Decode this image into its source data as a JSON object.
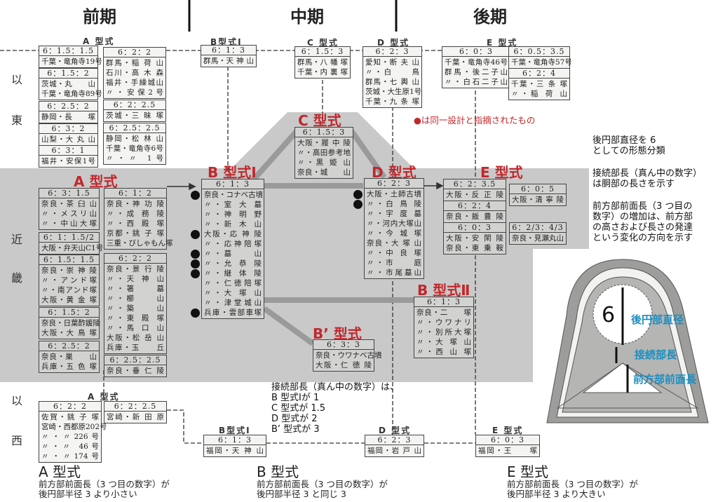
{
  "periods": [
    "前期",
    "中期",
    "後期"
  ],
  "regions": {
    "east": [
      "以",
      "東"
    ],
    "kinki": [
      "近",
      "畿"
    ],
    "west": [
      "以",
      "西"
    ]
  },
  "group_labels": {
    "east_a": "A 型式",
    "east_b1": "B型式Ⅰ",
    "east_c": "C 型式",
    "east_d": "D 型式",
    "east_e": "E 型式",
    "west_a": "A 型式",
    "west_b1": "B型式Ⅰ",
    "west_d": "D 型式",
    "west_e": "E 型式"
  },
  "kinki_labels": {
    "a": "A 型式",
    "b1": "B 型式Ⅰ",
    "c": "C 型式",
    "d": "D 型式",
    "e": "E 型式",
    "b2": "B 型式Ⅱ",
    "bp": "B’ 型式"
  },
  "legend_note": "●は同一設計と指摘されたもの",
  "colors": {
    "accent_red": "#c0282d",
    "label_blue": "#1a8fc2",
    "shade": "#c9c9c9"
  },
  "boxes": [
    {
      "id": "east-a1",
      "ratio": "6：1.5：1.5",
      "entries": [
        "千葉・竜角寺19号"
      ]
    },
    {
      "id": "east-a2",
      "ratio": "6：1.5：2",
      "entries": [
        "茨城・丸　　山",
        "千葉・竜角寺89号"
      ]
    },
    {
      "id": "east-a3",
      "ratio": "6：2.5：2",
      "entries": [
        "静岡・長　　塚"
      ]
    },
    {
      "id": "east-a4",
      "ratio": "6：3：2",
      "entries": [
        "山梨・大 丸 山"
      ]
    },
    {
      "id": "east-a5",
      "ratio": "6：3：1",
      "entries": [
        "福井・安保1号"
      ]
    },
    {
      "id": "east-a6",
      "ratio": "6：2：2",
      "entries": [
        "群馬・稲 荷 山",
        "石川・高 木 森",
        "福井・手繰城山",
        "〃・安保2号"
      ]
    },
    {
      "id": "east-a7",
      "ratio": "6：2：2.5",
      "entries": [
        "茨城・三 昧 塚"
      ]
    },
    {
      "id": "east-a8",
      "ratio": "6：2.5：2.5",
      "entries": [
        "静岡・松 林 山",
        "千葉・竜角寺6号",
        "〃・〃 1号"
      ]
    },
    {
      "id": "east-b1",
      "ratio": "6：1：3",
      "entries": [
        "群馬・天 神 山"
      ]
    },
    {
      "id": "east-c",
      "ratio": "6：1.5：3",
      "entries": [
        "群馬・八 幡 塚",
        "千葉・内 裏 塚"
      ]
    },
    {
      "id": "east-d",
      "ratio": "6：2：3",
      "entries": [
        "愛知・断 夫 山",
        "〃・白　　鳥",
        "群馬・七 輿 山",
        "茨城・大生原1号",
        "千葉・九 条 塚"
      ]
    },
    {
      "id": "east-e1",
      "ratio": "6：0：3",
      "entries": [
        "千葉・竜角寺46号",
        "群馬・後二子山",
        "〃・白石二子山"
      ]
    },
    {
      "id": "east-e2",
      "ratio": "6：0.5：3.5",
      "entries": [
        "千葉・竜角寺57号"
      ]
    },
    {
      "id": "east-e3",
      "ratio": "6：2：4",
      "entries": [
        "千葉・三 条 塚",
        "〃・稲 荷 山"
      ]
    },
    {
      "id": "kinki-a1",
      "ratio": "6：3：1.5",
      "entries": [
        "奈良・茶 臼 山",
        "〃・メスリ山",
        "〃・中山大塚"
      ]
    },
    {
      "id": "kinki-a2",
      "ratio": "6：1：1.5/2",
      "entries": [
        "大阪・弁天山C1号"
      ]
    },
    {
      "id": "kinki-a3",
      "ratio": "6：1.5：1.5",
      "entries": [
        "奈良・崇 神 陵",
        "〃・アンド塚",
        "〃・南アンド塚",
        "大阪・黄 金 塚"
      ]
    },
    {
      "id": "kinki-a4",
      "ratio": "6：1.5：2",
      "entries": [
        "奈良・日葉酢媛陵",
        "大阪・大 鳥 塚"
      ]
    },
    {
      "id": "kinki-a5",
      "ratio": "6：2.5：2",
      "entries": [
        "奈良・巣　　山",
        "兵庫・五 色 塚"
      ]
    },
    {
      "id": "kinki-a6",
      "ratio": "6：1：2",
      "entries": [
        "奈良・神 功 陵",
        "〃・成 務 陵",
        "〃・西 殿 塚",
        "京都・銚 子 塚",
        "三重・びしゃもん塚"
      ]
    },
    {
      "id": "kinki-a7",
      "ratio": "6：2：2",
      "entries": [
        "奈良・景 行 陵",
        "〃・天 神 山",
        "〃・箸　　墓",
        "〃・櫛　　山",
        "〃・築　　山",
        "〃・東 殿 塚",
        "〃・馬 口 山",
        "大阪・松 岳 山",
        "兵庫・玉　　丘"
      ]
    },
    {
      "id": "kinki-a8",
      "ratio": "6：2.5：2.5",
      "entries": [
        "奈良・垂 仁 陵"
      ]
    },
    {
      "id": "kinki-b1",
      "ratio": "6：1：3",
      "entries": [
        "奈良・コナベ古墳",
        "〃・室 大 墓",
        "〃・神 明 野",
        "〃・新 木 山",
        "大阪・応 神 陵",
        "〃・応神陪塚",
        "〃・墓　　山",
        "〃・允 恭 陵",
        "〃・継 体 陵",
        "〃・仁徳陪塚",
        "〃・大 塚 山",
        "〃・津堂城山",
        "兵庫・雲部車塚"
      ],
      "marked": [
        0,
        4,
        6,
        7,
        8,
        12
      ]
    },
    {
      "id": "kinki-c",
      "ratio": "6：1.5：3",
      "entries": [
        "大阪・履 中 陵",
        "〃・高田参考地",
        "〃・黒 姫 山",
        "奈良・城　　山"
      ]
    },
    {
      "id": "kinki-d",
      "ratio": "6：2：3",
      "entries": [
        "大阪・土師古墳",
        "〃・白 鳥 陵",
        "〃・宇 度 墓",
        "〃・河内大塚山",
        "〃・今 城 塚",
        "奈良・大 塚 山",
        "〃・中 良 塚",
        "〃・市　　庭",
        "〃・市尾墓山"
      ],
      "marked": [
        0,
        1
      ]
    },
    {
      "id": "kinki-e1",
      "ratio": "6：2：3.5",
      "entries": [
        "大阪・反 正 陵"
      ]
    },
    {
      "id": "kinki-e2",
      "ratio": "6：2：4",
      "entries": [
        "奈良・飯 豊 陵"
      ]
    },
    {
      "id": "kinki-e3",
      "ratio": "6：0：3",
      "entries": [
        "大阪・安 閑 陵",
        "奈良・東 乗 鞍"
      ]
    },
    {
      "id": "kinki-e4",
      "ratio": "6：0：5",
      "entries": [
        "大阪・清 寧 陵"
      ]
    },
    {
      "id": "kinki-e5",
      "ratio": "6：2/3：4/3",
      "entries": [
        "奈良・見瀬丸山"
      ]
    },
    {
      "id": "kinki-b2",
      "ratio": "6：1：3",
      "entries": [
        "奈良・二　　塚",
        "〃・ウワナリ",
        "〃・別所大塚",
        "〃・大 塚 山",
        "〃・西 山 塚"
      ]
    },
    {
      "id": "kinki-bp",
      "ratio": "6：3：3",
      "entries": [
        "奈良・ウワナベ古墳",
        "大阪・仁 徳 陵"
      ]
    },
    {
      "id": "west-a1",
      "ratio": "6：2：2",
      "entries": [
        "佐賀・銚 子 塚",
        "宮崎・西都原202号",
        "〃・〃226号",
        "〃・〃 46号",
        "〃・〃174号"
      ]
    },
    {
      "id": "west-a2",
      "ratio": "6：2：2.5",
      "entries": [
        "宮崎・新 田 原"
      ]
    },
    {
      "id": "west-b1",
      "ratio": "6：1：3",
      "entries": [
        "福岡・天 神 山"
      ]
    },
    {
      "id": "west-d",
      "ratio": "6：2：3",
      "entries": [
        "福岡・岩 戸 山"
      ]
    },
    {
      "id": "west-e",
      "ratio": "6：0：3",
      "entries": [
        "福岡・王　　塚"
      ]
    }
  ],
  "middle_note": [
    "接続部長（真ん中の数字）は、",
    "B 型式Ⅰが 1",
    "C 型式が 1.5",
    "D 型式が 2",
    "B’ 型式が 3"
  ],
  "right_notes": [
    "後円部直径を 6\nとしての形態分類",
    "接続部長（真ん中の数字）\nは胴部の長さを示す",
    "前方部前面長（3 つ目の\n数字）の増加は、前方部\nの高さおよび長さの発達\nという変化の方向を示す"
  ],
  "diagram": {
    "number": "6",
    "label_diameter": "後円部直径",
    "label_connect": "接続部長",
    "label_front": "前方部前面長"
  },
  "captions": [
    {
      "title": "A 型式",
      "text": "前方部前面長（3 つ目の数字）が\n後円部半径 3 より小さい"
    },
    {
      "title": "B 型式",
      "text": "前方部前面長（3 つ目の数字）が\n後円部半径 3 と同じ 3"
    },
    {
      "title": "E 型式",
      "text": "前方部前面長（3 つ目の数字）が\n後円部半径 3 より大きい"
    }
  ]
}
